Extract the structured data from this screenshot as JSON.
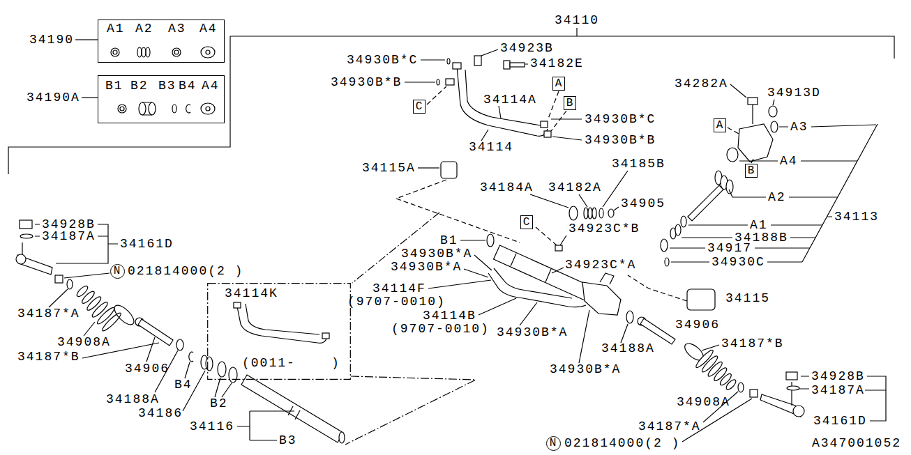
{
  "diagram": {
    "nodes": [
      {
        "text": [
          "A1",
          "A2",
          "A3",
          "A4"
        ]
      },
      {
        "text": [
          "B1",
          "B2",
          "B3",
          "B4",
          "A4"
        ]
      },
      {
        "text": [
          "C"
        ]
      },
      {
        "text": [
          "A"
        ]
      },
      {
        "text": [
          "B"
        ]
      },
      {
        "text": [
          "A"
        ]
      },
      {
        "text": [
          "B"
        ]
      },
      {
        "text": [
          "C"
        ]
      },
      {
        "text": [
          "34114K",
          "(0011-    )"
        ]
      },
      {
        "text": [
          "N"
        ]
      },
      {
        "text": [
          "N"
        ]
      }
    ],
    "labels": [
      "34190",
      "34190A",
      "34110",
      "34930B*C",
      "34923B",
      "34182E",
      "34930B*B",
      "34114A",
      "34930B*C",
      "34930B*B",
      "34114",
      "34282A",
      "34913D",
      "A3",
      "A4",
      "A2",
      "34113",
      "A1",
      "34188B",
      "34917",
      "34930C",
      "34115A",
      "34184A",
      "34185B",
      "34182A",
      "34905",
      "34923C*B",
      "B1",
      "34930B*A",
      "34930B*A",
      "34923C*A",
      "34114F",
      "(9707-0010)",
      "34114B",
      "(9707-0010)",
      "34930B*A",
      "34930B*A",
      "34115",
      "34906",
      "34188A",
      "34187*B",
      "34908A",
      "34928B",
      "34187A",
      "34161D",
      "34187*A",
      "021814000(2 )",
      "A347001052",
      "34928B",
      "34187A",
      "34161D",
      "021814000(2 )",
      "34187*A",
      "34908A",
      "34187*B",
      "34906",
      "34188A",
      "34186",
      "B4",
      "B2",
      "34116",
      "B3"
    ]
  }
}
